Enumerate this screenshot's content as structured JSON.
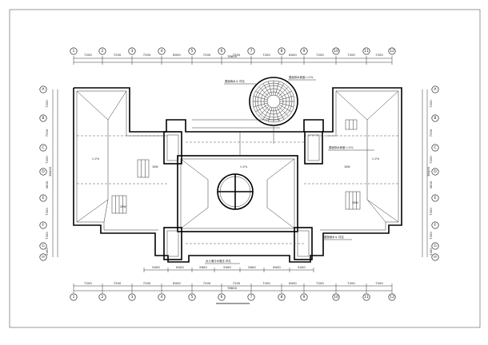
{
  "drawing": {
    "border_color": "#000000",
    "top_dimensions": {
      "segments": [
        "7200",
        "7200",
        "7200",
        "8000",
        "7200",
        "7200",
        "7200",
        "8000",
        "7200",
        "7200",
        "7200"
      ],
      "total": "78600"
    },
    "bottom_dimensions": {
      "segments": [
        "7200",
        "7200",
        "7200",
        "8000",
        "7200",
        "7200",
        "7200",
        "8000",
        "7200",
        "7200",
        "7200"
      ],
      "total": "78600"
    },
    "inner_bottom_dimensions": [
      "5000",
      "6000",
      "5600",
      "5000",
      "5600",
      "6000",
      "5000"
    ],
    "left_dimensions": [
      "7200",
      "7200",
      "7200",
      "3600",
      "7200",
      "7200",
      "2400"
    ],
    "left_total": "38400",
    "right_dimensions": [
      "7200",
      "7200",
      "7200",
      "3600",
      "7200",
      "7200",
      "2400"
    ],
    "right_total": "38400",
    "axis_columns": [
      "1",
      "2",
      "3",
      "4",
      "5",
      "6",
      "7",
      "8",
      "9",
      "10",
      "11",
      "12"
    ],
    "axis_rows": [
      "A",
      "B",
      "C",
      "D",
      "E",
      "F",
      "G",
      "H"
    ],
    "room_labels": [
      "1KW",
      "2KW",
      "1KW",
      "2KW"
    ],
    "notes": [
      "屋面雨水斗 详见",
      "屋面排水坡度 i=2%",
      "屋面排水坡度 i=2%",
      "屋面雨水斗 详见",
      "女儿墙泛水做法 详见",
      "i=2%",
      "i=2%",
      "i=2%"
    ]
  }
}
